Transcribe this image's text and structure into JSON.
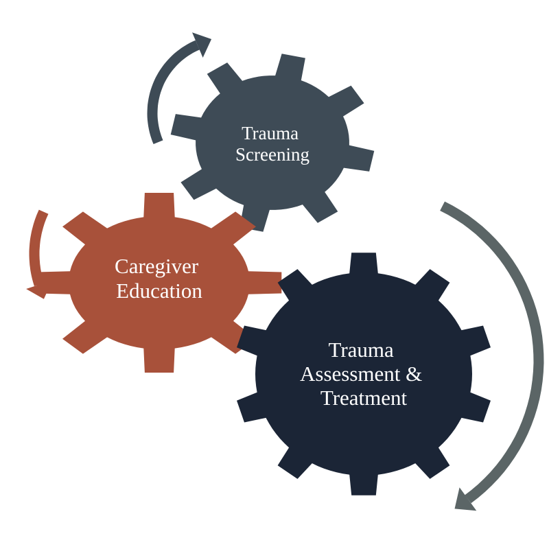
{
  "colors": {
    "screening": "#3e4b56",
    "education": "#a8513a",
    "assessment": "#1b2536",
    "arrow_screening": "#3e4b56",
    "arrow_education": "#a8513a",
    "arrow_assessment": "#5b6566"
  },
  "gears": {
    "screening": {
      "line1": "Trauma",
      "line2": "Screening"
    },
    "education": {
      "line1": "Caregiver",
      "line2": "Education"
    },
    "assessment": {
      "line1": "Trauma",
      "line2": "Assessment &",
      "line3": "Treatment"
    }
  }
}
